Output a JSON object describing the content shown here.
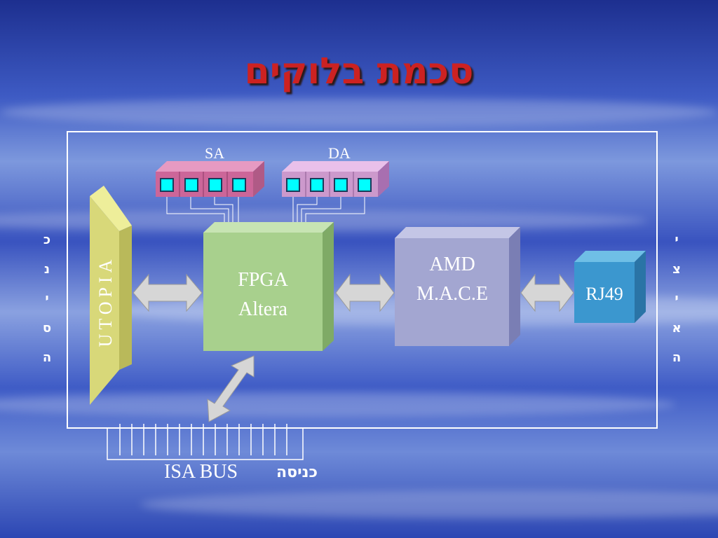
{
  "title": "סכמת בלוקים",
  "left_side_text": [
    "כ",
    "נ",
    "י",
    "ס",
    "ה"
  ],
  "right_side_text": [
    "י",
    "צ",
    "י",
    "א",
    "ה"
  ],
  "labels": {
    "sa": "SA",
    "da": "DA",
    "utopia": "UTOPIA",
    "fpga_line1": "FPGA",
    "fpga_line2": "Altera",
    "amd_line1": "AMD",
    "amd_line2": "M.A.C.E",
    "rj49": "RJ49",
    "isa_bus": "ISA BUS",
    "entry": "כניסה"
  },
  "colors": {
    "title": "#cc2222",
    "utopia": "#d8d879",
    "fpga": "#a8d08d",
    "amd": "#a3a6d1",
    "rj49": "#3b97cf",
    "sa_box": "#cc6699",
    "da_box": "#cc99cc",
    "led": "#00ffff",
    "arrow": "#d6d6d6"
  }
}
